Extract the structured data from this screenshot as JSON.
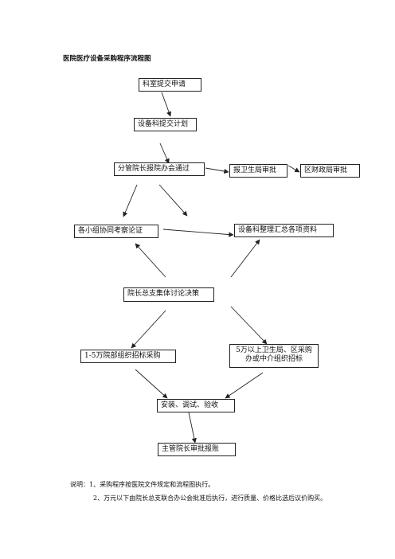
{
  "title": "医院医疗设备采购程序流程图",
  "boxes": {
    "dept_apply": "科室提交申请",
    "equip_plan": "设备科提交计划",
    "vp_meeting": "分管院长报院办会通过",
    "health_bureau": "报卫生局审批",
    "finance_bureau": "区财政局审批",
    "groups_review": "各小组协同考察论证",
    "equip_summary": "设备科整理汇总各项资料",
    "director_decide": "院长总支集体讨论决策",
    "small_purchase": "1-5万院部组织招标采购",
    "large_purchase": "5万以上卫生局、区采购办或中介组织招标",
    "install": "安装、调试、验收",
    "approve": "主管院长审批报账"
  },
  "notes": {
    "line1": "说明：1、采购程序按医院文件规定和流程图执行。",
    "line2": "2、万元以下由院长总支联合办公会批准后执行，进行质量、价格比选后议价购买。"
  }
}
